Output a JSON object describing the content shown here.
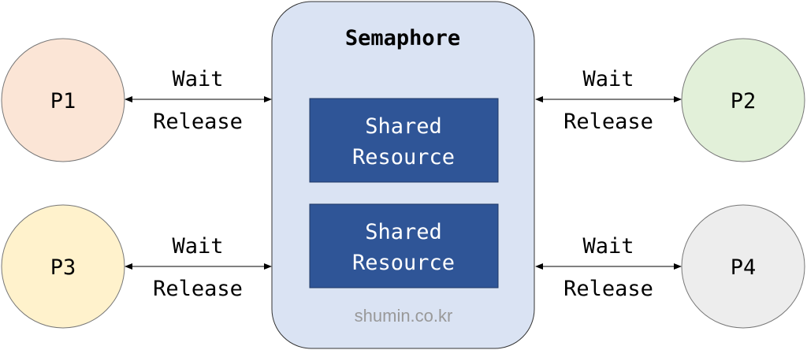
{
  "semaphore": {
    "title": "Semaphore",
    "fill": "#DAE3F3"
  },
  "resources": [
    {
      "line1": "Shared",
      "line2": "Resource"
    },
    {
      "line1": "Shared",
      "line2": "Resource"
    }
  ],
  "resource_fill": "#2F5597",
  "processes": [
    {
      "label": "P1",
      "fill": "#FBE5D6",
      "wait": "Wait",
      "release": "Release"
    },
    {
      "label": "P2",
      "fill": "#E2F0D9",
      "wait": "Wait",
      "release": "Release"
    },
    {
      "label": "P3",
      "fill": "#FFF2CC",
      "wait": "Wait",
      "release": "Release"
    },
    {
      "label": "P4",
      "fill": "#EDEDED",
      "wait": "Wait",
      "release": "Release"
    }
  ],
  "watermark": "shumin.co.kr"
}
